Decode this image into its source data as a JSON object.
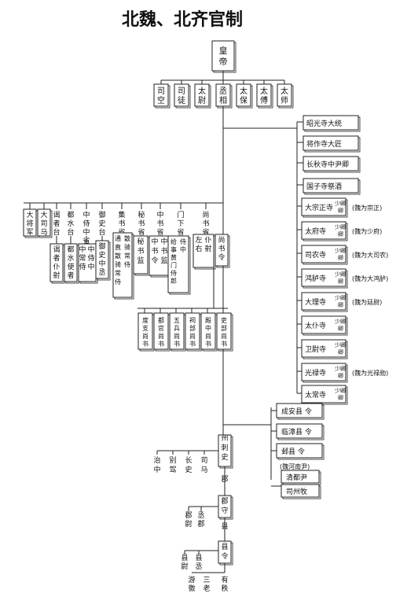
{
  "title": "北魏、北齐官制",
  "emperor": "皇帝",
  "top_officials": [
    "司空",
    "司徒",
    "太尉",
    "丞相",
    "太保",
    "太傅",
    "太师"
  ],
  "right_offices": [
    "昭光寺大统",
    "将作寺大匠",
    "长秋寺中尹卿",
    "国子寺祭酒"
  ],
  "nine_ministers": [
    {
      "name": "大宗正寺",
      "rank": "少卿卿",
      "note": "(魏为宗正)"
    },
    {
      "name": "太府寺",
      "rank": "少卿卿",
      "note": "(魏为少府)"
    },
    {
      "name": "司农寺",
      "rank": "少卿卿",
      "note": "(魏为大司农)"
    },
    {
      "name": "鸿胪寺",
      "rank": "少卿卿",
      "note": "(魏为大鸿胪)"
    },
    {
      "name": "大理寺",
      "rank": "少卿卿",
      "note": "(魏为廷尉)"
    },
    {
      "name": "太仆寺",
      "rank": "少卿卿",
      "note": ""
    },
    {
      "name": "卫尉寺",
      "rank": "少卿卿",
      "note": ""
    },
    {
      "name": "光禄寺",
      "rank": "少卿卿",
      "note": "(魏为光禄勋)"
    },
    {
      "name": "太常寺",
      "rank": "少卿卿",
      "note": ""
    }
  ],
  "left_branches": [
    "大将军",
    "大司马",
    "谒者台",
    "都水台",
    "中侍中省",
    "御史台",
    "集书省",
    "秘书省",
    "中书省",
    "门下省",
    "尚书省"
  ],
  "left_sub": [
    "谒者仆射",
    "都水使者",
    "中侍中 中常侍",
    "御史中丞",
    "散骑常侍 通直散骑常侍",
    "秘书监",
    "中书监 中书令",
    "侍中 给事黄门侍郎",
    "左右仆射",
    "尚书令"
  ],
  "shangshu_bureaus": [
    "度支尚书",
    "都官尚书",
    "五兵尚书",
    "祠部尚书",
    "殿中尚书",
    "吏部尚书"
  ],
  "capital_counties": [
    "成安县 令",
    "临漳县 令",
    "邺县 令"
  ],
  "capital_note": "(魏河南尹)",
  "capital_yin": "清都尹",
  "sizhoumu": "司州牧",
  "zhou_cishi": "州刺史",
  "zhou_staff": [
    "治中",
    "别驾",
    "长史",
    "司马"
  ],
  "jun": "郡",
  "jun_taishou": "郡守",
  "jun_staff": [
    "郡尉",
    "丞郡"
  ],
  "xian": "县",
  "xian_ling": "县令",
  "xian_staff": [
    "县尉",
    "县丞"
  ],
  "xian_bottom": [
    "游徼",
    "三老",
    "有秩"
  ]
}
